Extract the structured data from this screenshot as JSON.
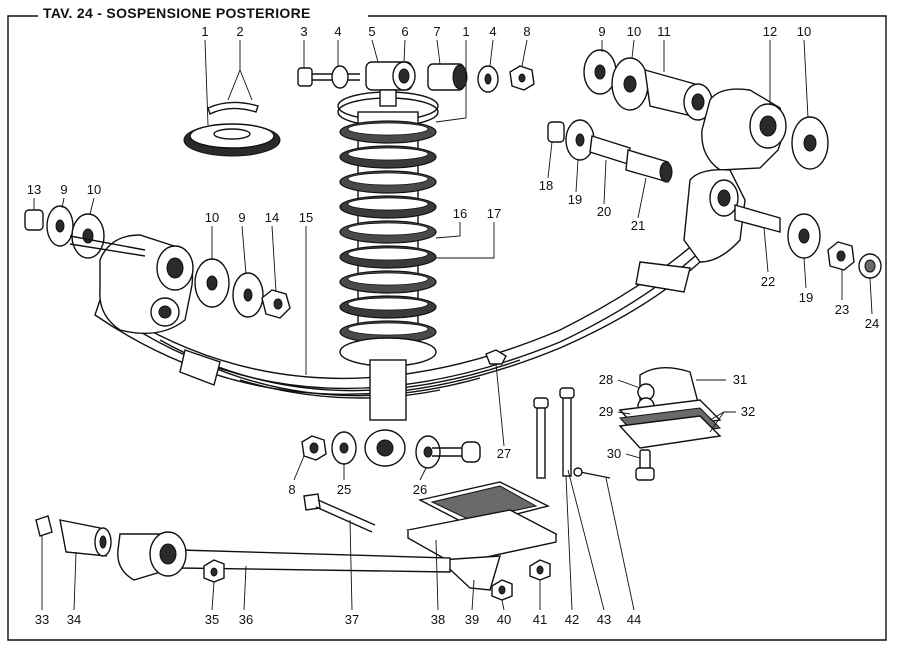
{
  "title": "TAV. 24 - SOSPENSIONE POSTERIORE",
  "callouts": [
    "1",
    "2",
    "3",
    "4",
    "5",
    "6",
    "7",
    "1",
    "4",
    "8",
    "9",
    "10",
    "11",
    "12",
    "10",
    "13",
    "9",
    "10",
    "10",
    "9",
    "14",
    "15",
    "16",
    "17",
    "18",
    "19",
    "20",
    "21",
    "22",
    "19",
    "23",
    "24",
    "8",
    "25",
    "26",
    "27",
    "28",
    "31",
    "29",
    "32",
    "30",
    "33",
    "34",
    "35",
    "36",
    "37",
    "38",
    "39",
    "40",
    "41",
    "42",
    "43",
    "44"
  ]
}
